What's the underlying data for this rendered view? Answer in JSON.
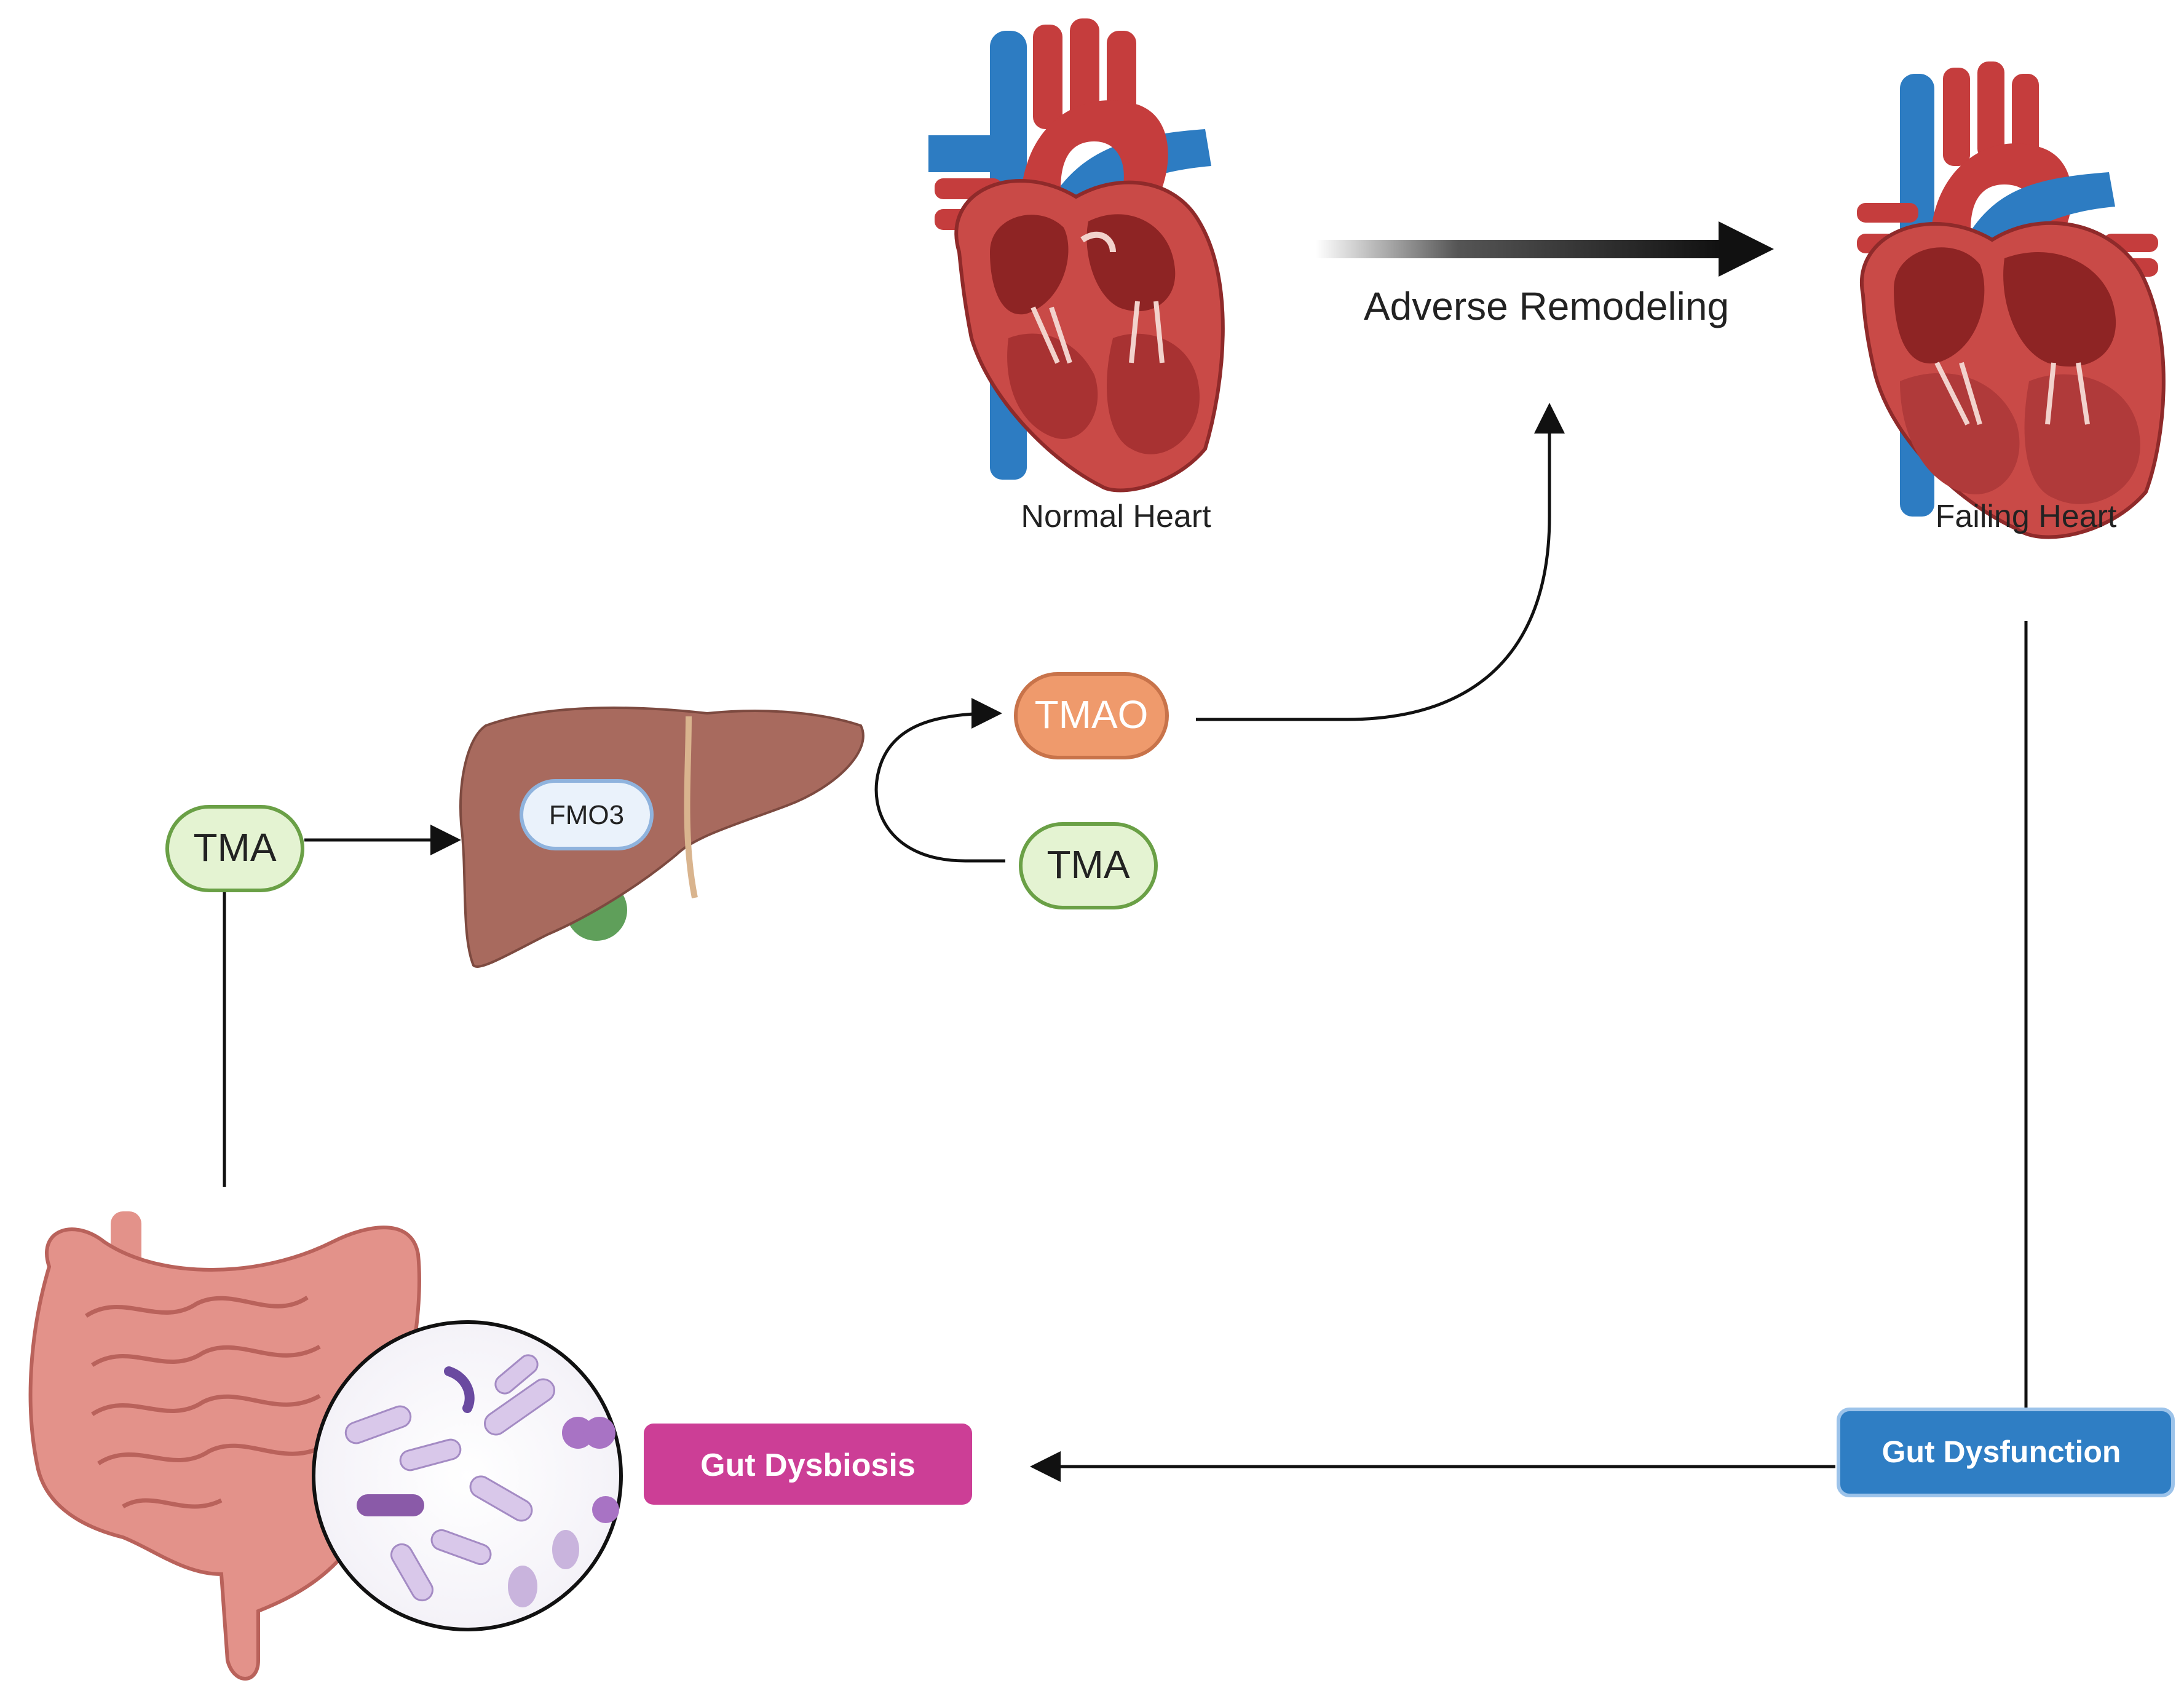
{
  "colors": {
    "tma_fill": "#e4f3d2",
    "tma_stroke": "#6aa046",
    "tmao_fill": "#ef9a6c",
    "tmao_stroke": "#c8734a",
    "fmo3_fill": "#eaf2fb",
    "fmo3_stroke": "#8fb3dd",
    "dysbiosis_fill": "#cc3e96",
    "dysfunction_fill": "#2f7ec4",
    "liver": "#a86a5e",
    "heart_red": "#c53d3d",
    "vessel_blue": "#2d7cc2",
    "gut": "#e3928a"
  },
  "icons": {
    "normal_heart": "heart-anatomy-icon",
    "failing_heart": "enlarged-heart-icon",
    "liver": "liver-icon",
    "intestine": "intestine-icon",
    "bacteria": "bacteria-magnifier-icon"
  },
  "labels": {
    "normal_heart": "Normal Heart",
    "failing_heart": "Failing Heart",
    "adverse_remodeling": "Adverse Remodeling",
    "tma_left": "TMA",
    "tma_right": "TMA",
    "tmao": "TMAO",
    "fmo3": "FMO3",
    "gut_dysbiosis": "Gut Dysbiosis",
    "gut_dysfunction": "Gut Dysfunction"
  }
}
